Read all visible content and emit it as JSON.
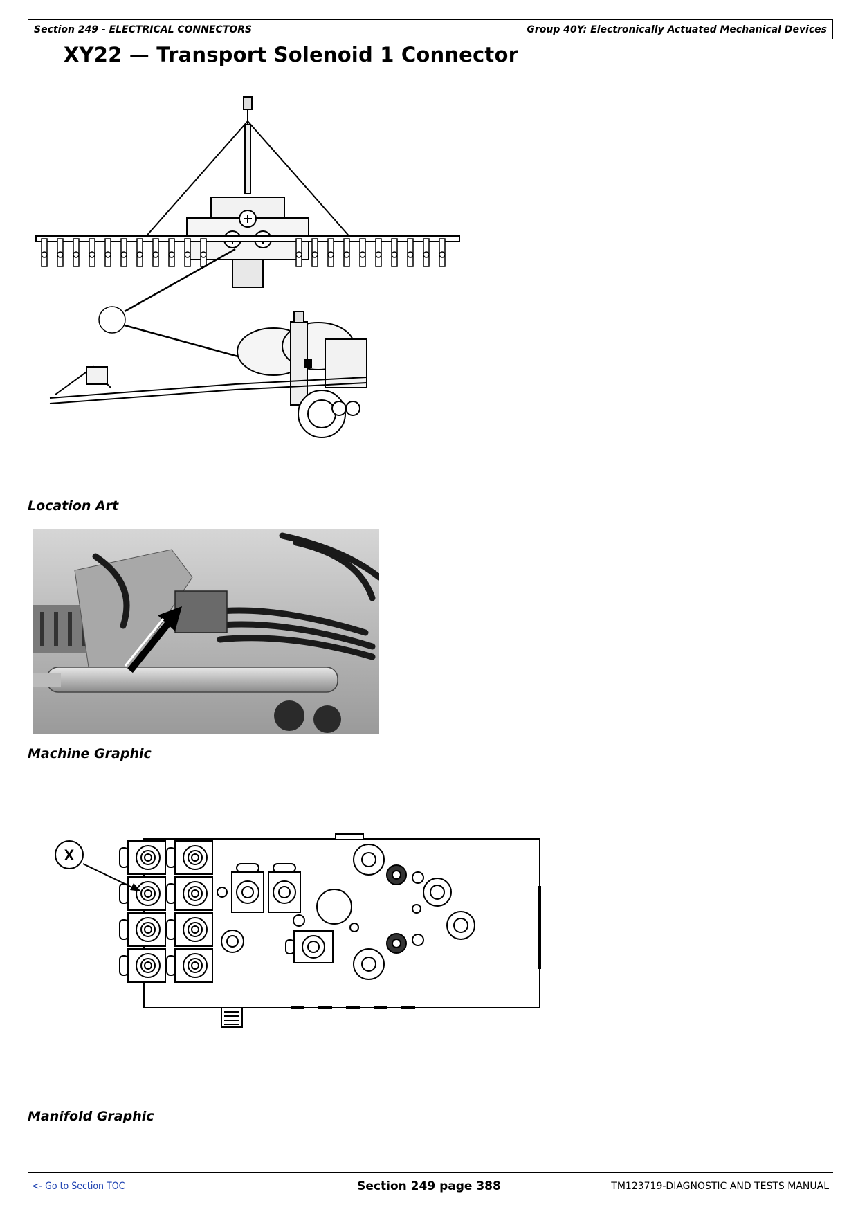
{
  "header": {
    "section": "Section 249 - ELECTRICAL CONNECTORS",
    "group": "Group 40Y: Electronically Actuated Mechanical Devices"
  },
  "title": "XY22 — Transport Solenoid 1 Connector",
  "figures": [
    {
      "caption": "Location Art",
      "icon": "planter-location-drawing"
    },
    {
      "caption": "Machine Graphic",
      "icon": "machine-photo-arrow"
    },
    {
      "caption": "Manifold Graphic",
      "icon": "hydraulic-manifold-drawing",
      "callout": "X"
    }
  ],
  "footer": {
    "toc_link": "<- Go to Section TOC",
    "page": "Section 249 page 388",
    "manual": "TM123719-DIAGNOSTIC AND TESTS MANUAL"
  }
}
